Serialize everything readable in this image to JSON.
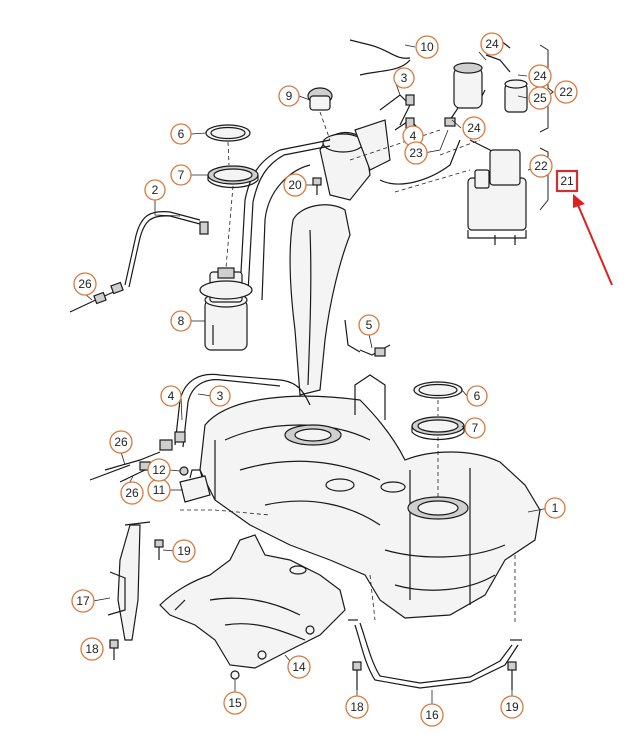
{
  "callouts": {
    "c1": "1",
    "c2": "2",
    "c3a": "3",
    "c3b": "3",
    "c4a": "4",
    "c4b": "4",
    "c5": "5",
    "c6a": "6",
    "c6b": "6",
    "c7a": "7",
    "c7b": "7",
    "c8": "8",
    "c9": "9",
    "c10": "10",
    "c11": "11",
    "c12": "12",
    "c14": "14",
    "c15": "15",
    "c16": "16",
    "c17": "17",
    "c18a": "18",
    "c18b": "18",
    "c19a": "19",
    "c19b": "19",
    "c20": "20",
    "c21": "21",
    "c22a": "22",
    "c22b": "22",
    "c23": "23",
    "c24a": "24",
    "c24b": "24",
    "c24c": "24",
    "c25": "25",
    "c26a": "26",
    "c26b": "26",
    "c26c": "26"
  },
  "colors": {
    "callout_outline": "#d9783a",
    "highlight_box": "#d32f2f",
    "arrow": "#e02020",
    "line_art": "#1a1a1a"
  }
}
